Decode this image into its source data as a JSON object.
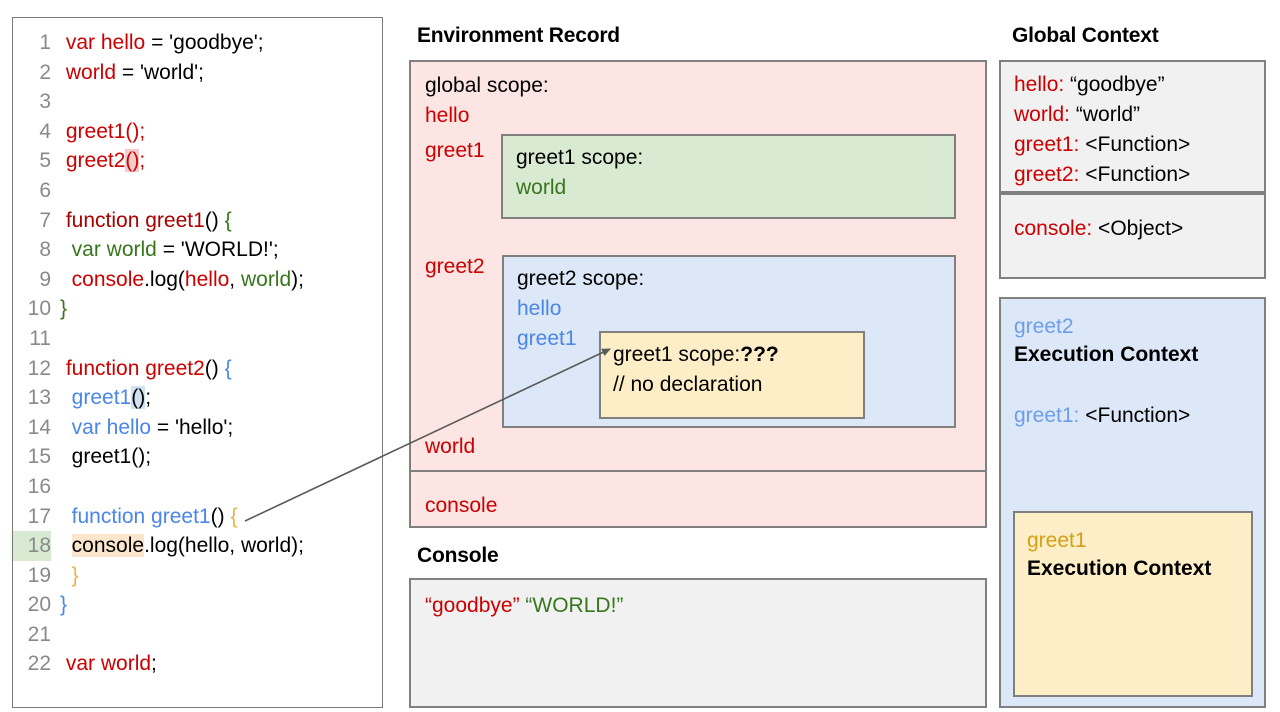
{
  "code_panel": {
    "lines": [
      {
        "num": "1",
        "tokens": [
          {
            "t": " ",
            "c": "t-black"
          },
          {
            "t": "var hello",
            "c": "t-red"
          },
          {
            "t": " = 'goodbye';",
            "c": "t-black"
          }
        ]
      },
      {
        "num": "2",
        "tokens": [
          {
            "t": " ",
            "c": "t-black"
          },
          {
            "t": "world",
            "c": "t-red"
          },
          {
            "t": " = 'world';",
            "c": "t-black"
          }
        ]
      },
      {
        "num": "3",
        "tokens": []
      },
      {
        "num": "4",
        "tokens": [
          {
            "t": " ",
            "c": "t-black"
          },
          {
            "t": "greet1",
            "c": "t-red"
          },
          {
            "t": "();",
            "c": "t-red"
          }
        ]
      },
      {
        "num": "5",
        "tokens": [
          {
            "t": " ",
            "c": "t-black"
          },
          {
            "t": "greet2",
            "c": "t-red"
          },
          {
            "t": "()",
            "c": "t-red",
            "h": "hl-pink"
          },
          {
            "t": ";",
            "c": "t-red"
          }
        ]
      },
      {
        "num": "6",
        "tokens": []
      },
      {
        "num": "7",
        "tokens": [
          {
            "t": " ",
            "c": "t-black"
          },
          {
            "t": "function greet1",
            "c": "t-dred"
          },
          {
            "t": "() ",
            "c": "t-black"
          },
          {
            "t": "{",
            "c": "t-green"
          }
        ]
      },
      {
        "num": "8",
        "tokens": [
          {
            "t": "  ",
            "c": "t-black"
          },
          {
            "t": "var world",
            "c": "t-green"
          },
          {
            "t": " = 'WORLD!';",
            "c": "t-black"
          }
        ]
      },
      {
        "num": "9",
        "tokens": [
          {
            "t": "  ",
            "c": "t-black"
          },
          {
            "t": "console",
            "c": "t-red"
          },
          {
            "t": ".log(",
            "c": "t-black"
          },
          {
            "t": "hello",
            "c": "t-red"
          },
          {
            "t": ", ",
            "c": "t-black"
          },
          {
            "t": "world",
            "c": "t-green"
          },
          {
            "t": ");",
            "c": "t-black"
          }
        ]
      },
      {
        "num": "10",
        "tokens": [
          {
            "t": "}",
            "c": "t-green"
          }
        ]
      },
      {
        "num": "11",
        "tokens": []
      },
      {
        "num": "12",
        "tokens": [
          {
            "t": " ",
            "c": "t-black"
          },
          {
            "t": "function greet2",
            "c": "t-red"
          },
          {
            "t": "() ",
            "c": "t-black"
          },
          {
            "t": "{",
            "c": "t-blue"
          }
        ]
      },
      {
        "num": "13",
        "tokens": [
          {
            "t": "  ",
            "c": "t-black"
          },
          {
            "t": "greet1",
            "c": "t-blue"
          },
          {
            "t": "()",
            "c": "t-black",
            "h": "hl-blue"
          },
          {
            "t": ";",
            "c": "t-black"
          }
        ]
      },
      {
        "num": "14",
        "tokens": [
          {
            "t": "  ",
            "c": "t-black"
          },
          {
            "t": "var hello",
            "c": "t-blue"
          },
          {
            "t": " = 'hello';",
            "c": "t-black"
          }
        ]
      },
      {
        "num": "15",
        "tokens": [
          {
            "t": "  greet1();",
            "c": "t-black"
          }
        ]
      },
      {
        "num": "16",
        "tokens": []
      },
      {
        "num": "17",
        "tokens": [
          {
            "t": "  ",
            "c": "t-black"
          },
          {
            "t": "function greet1",
            "c": "t-blue"
          },
          {
            "t": "() ",
            "c": "t-black"
          },
          {
            "t": "{",
            "c": "t-amber"
          }
        ]
      },
      {
        "num": "18",
        "tokens": [
          {
            "t": "  ",
            "c": "t-black"
          },
          {
            "t": "console",
            "c": "t-black",
            "h": "hl-yellow"
          },
          {
            "t": ".log(hello, world);",
            "c": "t-black"
          }
        ],
        "num_highlight": true
      },
      {
        "num": "19",
        "tokens": [
          {
            "t": "  ",
            "c": "t-black"
          },
          {
            "t": "}",
            "c": "t-amber"
          }
        ]
      },
      {
        "num": "20",
        "tokens": [
          {
            "t": "}",
            "c": "t-blue"
          }
        ]
      },
      {
        "num": "21",
        "tokens": []
      },
      {
        "num": "22",
        "tokens": [
          {
            "t": " ",
            "c": "t-black"
          },
          {
            "t": "var world",
            "c": "t-red"
          },
          {
            "t": ";",
            "c": "t-black"
          }
        ]
      }
    ]
  },
  "environment_record": {
    "title": "Environment Record",
    "global_scope_label": "global scope:",
    "global_vars": [
      "hello",
      "greet1",
      "greet2",
      "world"
    ],
    "console_var": "console",
    "greet1_scope": {
      "header": "greet1 scope:",
      "vars": [
        "world"
      ]
    },
    "greet2_scope": {
      "header": "greet2 scope:",
      "vars": [
        "hello",
        "greet1"
      ]
    },
    "greet1_inner_scope": {
      "header": "greet1 scope:",
      "value": "???",
      "comment": "// no declaration"
    }
  },
  "console": {
    "title": "Console",
    "output_first": "“goodbye”",
    "output_second": "“WORLD!”"
  },
  "global_context": {
    "title": "Global Context",
    "rows": [
      {
        "key": "hello:",
        "value": " “goodbye”"
      },
      {
        "key": "world:",
        "value": " “world”"
      },
      {
        "key": "greet1:",
        "value": " <Function>"
      },
      {
        "key": "greet2:",
        "value": " <Function>"
      }
    ],
    "console_row": {
      "key": "console:",
      "value": " <Object>"
    }
  },
  "execution_contexts": {
    "greet2": {
      "name": "greet2",
      "label": "Execution Context",
      "row_key": "greet1:",
      "row_value": " <Function>"
    },
    "greet1": {
      "name": "greet1",
      "label": "Execution Context"
    }
  },
  "colors": {
    "pink_panel": "#fce5e3",
    "green_scope": "#d9ead3",
    "blue_scope": "#dce7f8",
    "yellow_scope": "#fdeec7",
    "gray_panel": "#f1f1f1",
    "border": "#808080",
    "red_text": "#cc0000",
    "green_text": "#38761d",
    "blue_text": "#4a86e8",
    "gold_text": "#d4a017"
  }
}
